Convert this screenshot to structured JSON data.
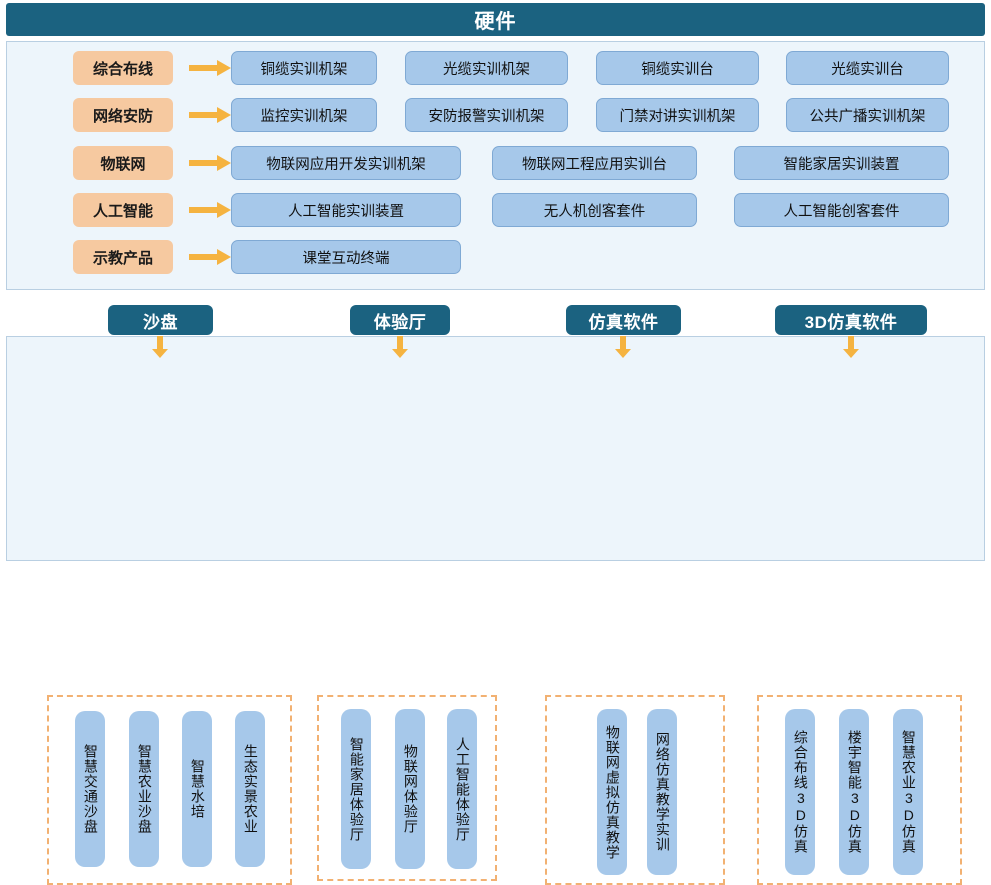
{
  "hardware": {
    "title": "硬件",
    "arrow_icon": "right-arrow-icon",
    "rows": [
      {
        "category": "综合布线",
        "items": [
          "铜缆实训机架",
          "光缆实训机架",
          "铜缆实训台",
          "光缆实训台"
        ]
      },
      {
        "category": "网络安防",
        "items": [
          "监控实训机架",
          "安防报警实训机架",
          "门禁对讲实训机架",
          "公共广播实训机架"
        ]
      },
      {
        "category": "物联网",
        "items": [
          "物联网应用开发实训机架",
          "物联网工程应用实训台",
          "智能家居实训装置"
        ]
      },
      {
        "category": "人工智能",
        "items": [
          "人工智能实训装置",
          "无人机创客套件",
          "人工智能创客套件"
        ]
      },
      {
        "category": "示教产品",
        "items": [
          "课堂互动终端"
        ]
      }
    ]
  },
  "software": {
    "down_arrow_icon": "down-arrow-icon",
    "groups": [
      {
        "tab": "沙盘",
        "items": [
          "智慧交通沙盘",
          "智慧农业沙盘",
          "智慧水培",
          "生态实景农业"
        ]
      },
      {
        "tab": "体验厅",
        "items": [
          "智能家居体验厅",
          "物联网体验厅",
          "人工智能体验厅"
        ]
      },
      {
        "tab": "仿真软件",
        "items": [
          "物联网虚拟仿真教学",
          "网络仿真教学实训"
        ]
      },
      {
        "tab": "3D仿真软件",
        "items": [
          "综合布线3D仿真",
          "楼宇智能3D仿真",
          "智慧农业3D仿真"
        ]
      }
    ]
  },
  "colors": {
    "header_teal": "#1b6280",
    "category_peach": "#f6c9a0",
    "box_blue": "#a6c8ea",
    "panel_bg": "#edf5fb",
    "dash_orange": "#f2b172",
    "arrow_orange": "#f5b340"
  }
}
